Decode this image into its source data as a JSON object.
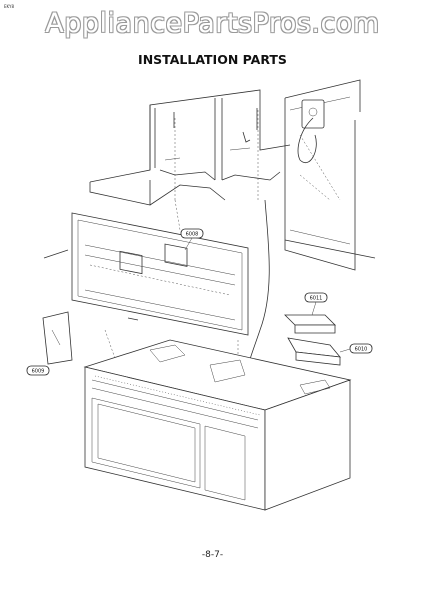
{
  "watermark": "AppliancePartsPros.com",
  "corner_code": "EKY8",
  "title": "INSTALLATION PARTS",
  "page_number": "-8-7-",
  "callouts": [
    "6008",
    "6011",
    "6010",
    "6009"
  ]
}
